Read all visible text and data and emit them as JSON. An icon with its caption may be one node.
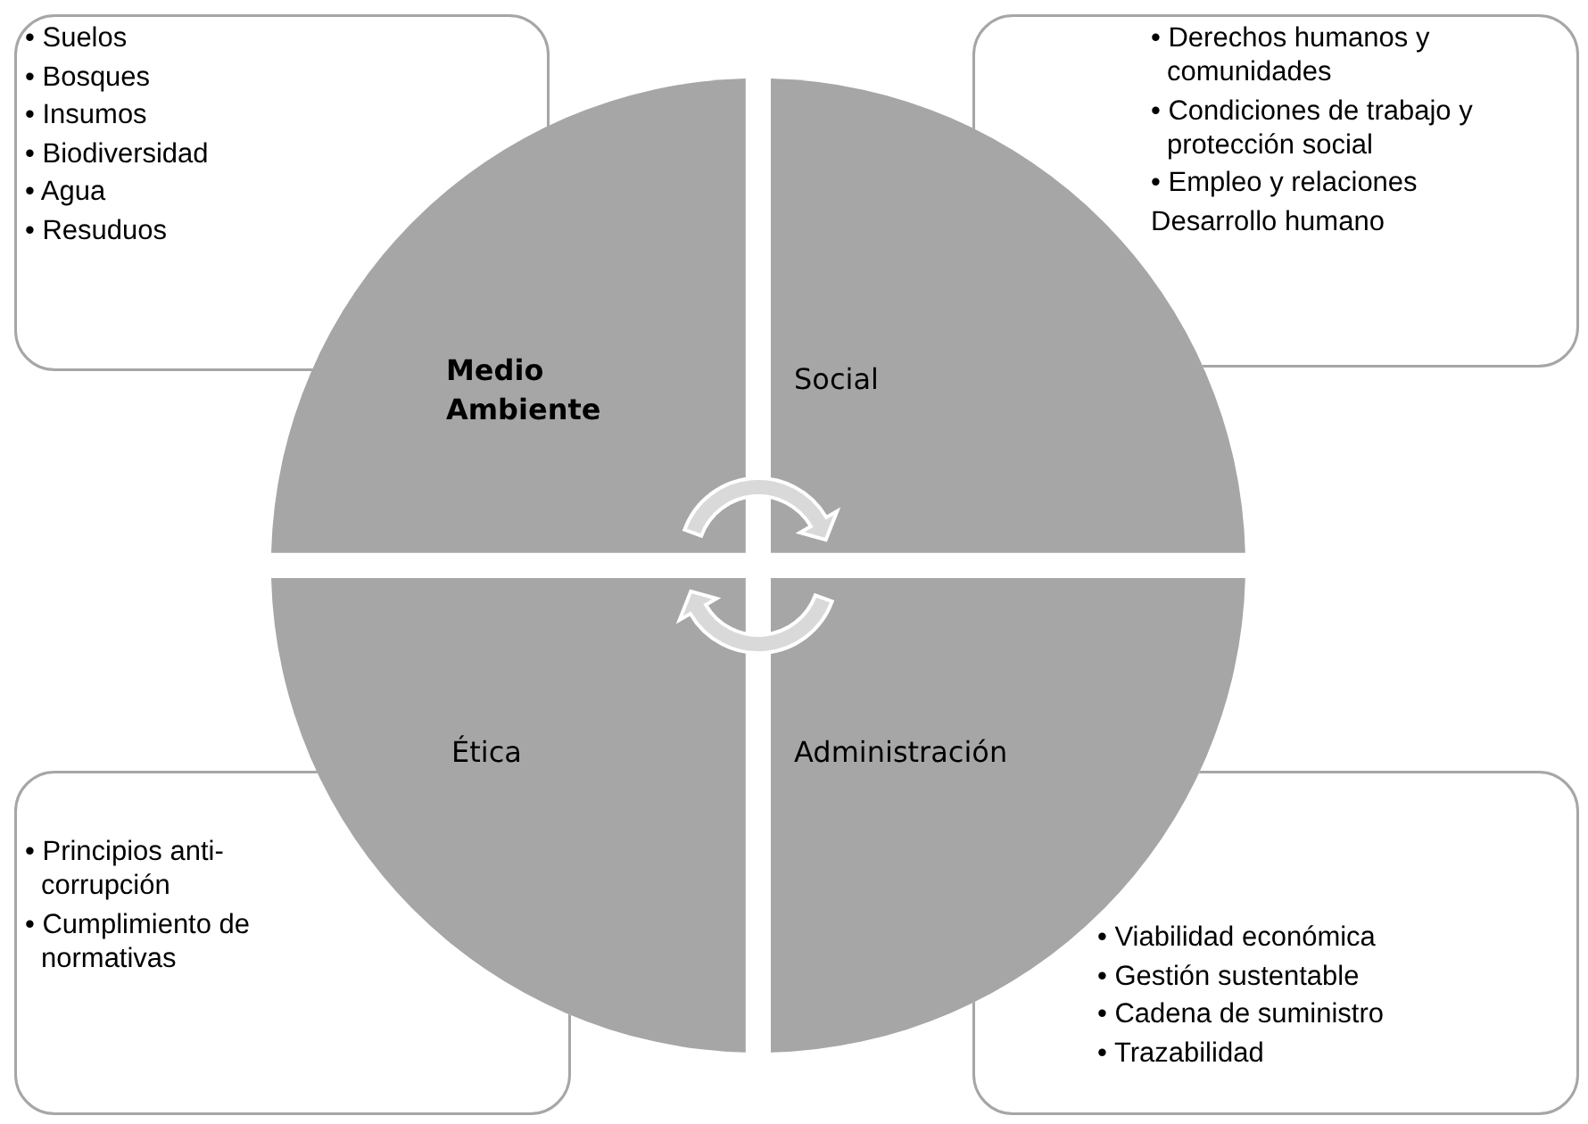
{
  "diagram": {
    "nodes": [
      {
        "text": [
          "• Suelos",
          "• Bosques",
          "• Insumos",
          "• Biodiversidad",
          "• Agua",
          "• Resuduos"
        ]
      },
      {
        "text": [
          "• Derechos humanos y comunidades",
          "• Condiciones de trabajo y protección social",
          "• Empleo y relaciones",
          "Desarrollo humano"
        ]
      },
      {
        "text": [
          "Medio Ambiente"
        ]
      },
      {
        "text": [
          "Social"
        ]
      },
      {
        "text": [
          "Ética"
        ]
      },
      {
        "text": [
          "Administración"
        ]
      },
      {
        "text": [
          "• Principios anti-corrupción",
          "• Cumplimiento de normativas"
        ]
      },
      {
        "text": [
          "• Viabilidad económica",
          "• Gestión sustentable",
          "• Cadena de suministro",
          "• Trazabilidad"
        ]
      }
    ]
  }
}
